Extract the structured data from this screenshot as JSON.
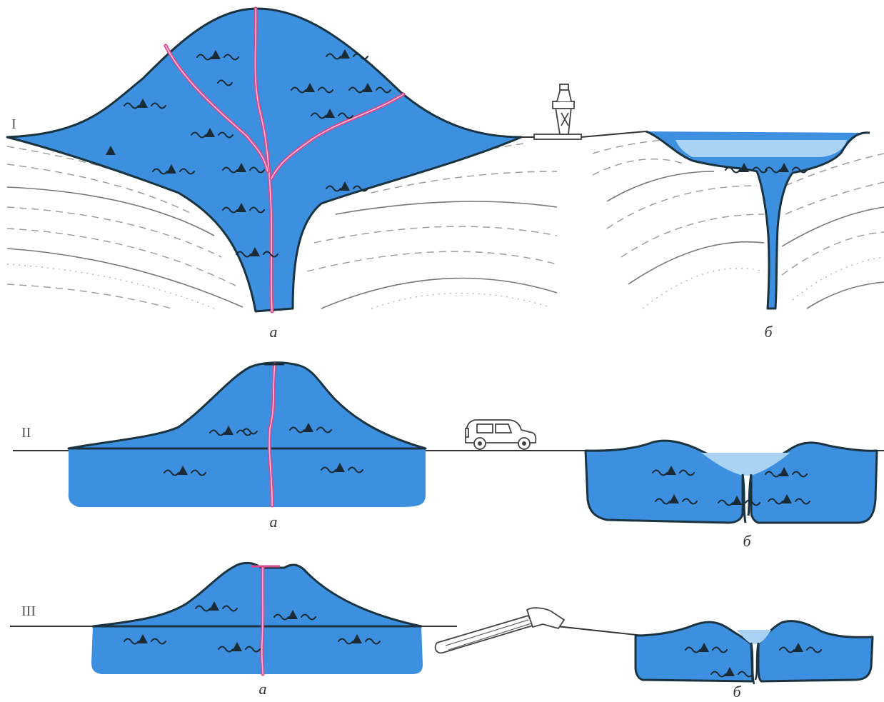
{
  "rows": [
    {
      "numeral": "I",
      "label_a": "а",
      "label_b": "б"
    },
    {
      "numeral": "II",
      "label_a": "а",
      "label_b": "б"
    },
    {
      "numeral": "III",
      "label_a": "а",
      "label_b": "б"
    }
  ],
  "colors": {
    "body": "#3d8fe0",
    "lake": "#a9d2f3",
    "vein": "#d8468c",
    "outline": "#1a3340"
  },
  "icons": [
    "drilling-rig-icon",
    "car-icon",
    "tape-measure-icon"
  ]
}
